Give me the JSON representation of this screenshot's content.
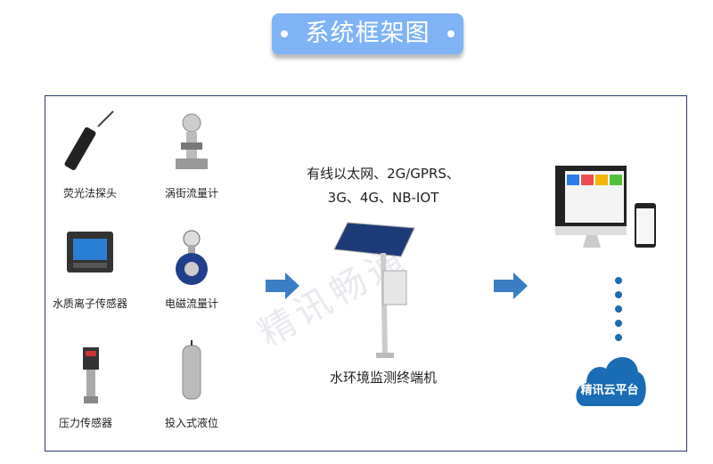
{
  "title": "系统框架图",
  "sensors": [
    {
      "label": "荧光法探头",
      "icon": "fluorescence-probe-icon"
    },
    {
      "label": "涡街流量计",
      "icon": "vortex-flowmeter-icon"
    },
    {
      "label": "水质离子传感器",
      "icon": "ion-sensor-icon"
    },
    {
      "label": "电磁流量计",
      "icon": "electromagnetic-flowmeter-icon"
    },
    {
      "label": "压力传感器",
      "icon": "pressure-sensor-icon"
    },
    {
      "label": "投入式液位",
      "icon": "level-sensor-icon"
    }
  ],
  "network": {
    "line1": "有线以太网、2G/GPRS、",
    "line2": "3G、4G、NB-IOT"
  },
  "terminal": "水环境监测终端机",
  "cloud": "精讯云平台",
  "watermark": "精讯畅通",
  "colors": {
    "accent": "#7fb3f5",
    "arrow": "#3a7fc4",
    "cloud": "#1a6cb4",
    "frame": "#2a3a6a"
  }
}
